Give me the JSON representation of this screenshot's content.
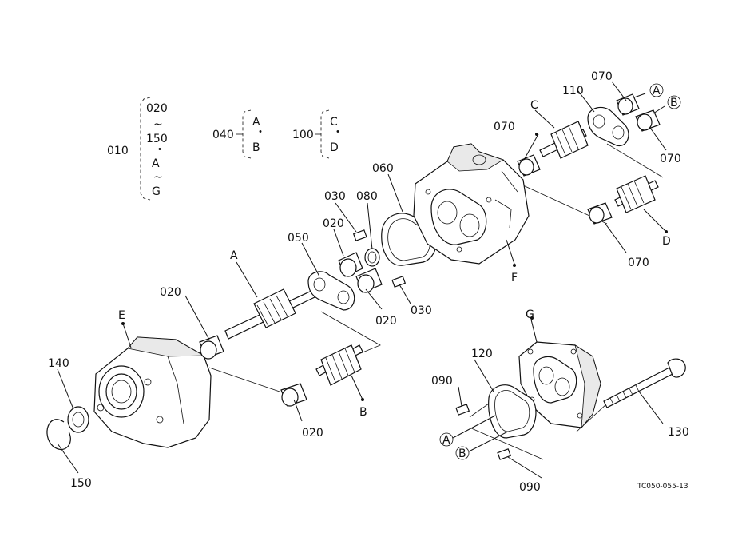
{
  "groups": {
    "g010": {
      "id": "010",
      "items": [
        "020",
        "~",
        "150",
        "・",
        "A",
        "~",
        "G"
      ]
    },
    "g040": {
      "id": "040",
      "items": [
        "A",
        "・",
        "B"
      ]
    },
    "g100": {
      "id": "100",
      "items": [
        "C",
        "・",
        "D"
      ]
    }
  },
  "labels": {
    "p020a": "020",
    "p020b": "020",
    "p020c": "020",
    "p020d": "020",
    "p030a": "030",
    "p030b": "030",
    "p050": "050",
    "p060": "060",
    "p070a": "070",
    "p070b": "070",
    "p070c": "070",
    "p070d": "070",
    "p080": "080",
    "p090a": "090",
    "p090b": "090",
    "p110": "110",
    "p120": "120",
    "p130": "130",
    "p140": "140",
    "p150": "150",
    "A": "A",
    "B": "B",
    "C": "C",
    "D": "D",
    "E": "E",
    "F": "F",
    "G": "G",
    "cA1": "A",
    "cB1": "B",
    "cA2": "A",
    "cB2": "B"
  },
  "code": "TC050-055-13"
}
